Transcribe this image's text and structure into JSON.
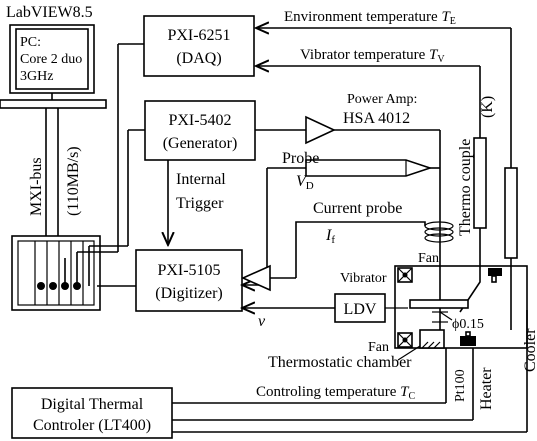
{
  "labels": {
    "labview": "LabVIEW8.5",
    "pc_line1": "PC:",
    "pc_line2": "Core 2 duo",
    "pc_line3": "3GHz",
    "mxi_bus": "MXI-bus",
    "mxi_rate": "(110MB/s)",
    "daq_name": "PXI-6251",
    "daq_role": "(DAQ)",
    "gen_name": "PXI-5402",
    "gen_role": "(Generator)",
    "dig_name": "PXI-5105",
    "dig_role": "(Digitizer)",
    "internal": "Internal",
    "trigger": "Trigger",
    "env_temp": "Environment temperature",
    "env_sym": "T",
    "env_sub": "E",
    "vib_temp": "Vibrator temperature",
    "vib_sym": "T",
    "vib_sub": "V",
    "power_amp": "Power Amp:",
    "amp_model": "HSA 4012",
    "probe": "Probe",
    "vd_sym": "V",
    "vd_sub": "D",
    "current_probe": "Current probe",
    "if_sym": "I",
    "if_sub": "f",
    "fan_top": "Fan",
    "fan_bottom": "Fan",
    "vibrator": "Vibrator",
    "ldv": "LDV",
    "v_sym": "v",
    "phi": "ϕ0.15",
    "thermostatic": "Thermostatic chamber",
    "thermo_couple": "Thermo couple",
    "thermo_k": "(K)",
    "cooler": "Cooler",
    "heater": "Heater",
    "pt100": "Pt100",
    "ctrl_temp": "Controling temperature",
    "ctrl_sym": "T",
    "ctrl_sub": "C",
    "dtc_line1": "Digital Thermal",
    "dtc_line2": "Controler (LT400)"
  }
}
